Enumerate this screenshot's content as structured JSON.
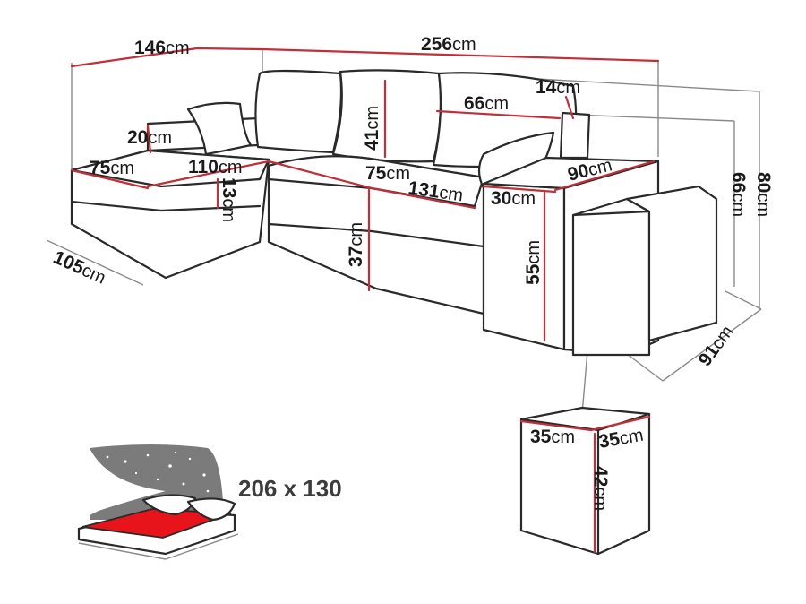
{
  "diagram": {
    "dimensions": {
      "d146": {
        "value": "146",
        "unit": "cm"
      },
      "d256": {
        "value": "256",
        "unit": "cm"
      },
      "d14": {
        "value": "14",
        "unit": "cm"
      },
      "d66": {
        "value": "66",
        "unit": "cm"
      },
      "d41": {
        "value": "41",
        "unit": "cm"
      },
      "d20": {
        "value": "20",
        "unit": "cm"
      },
      "d75a": {
        "value": "75",
        "unit": "cm"
      },
      "d110": {
        "value": "110",
        "unit": "cm"
      },
      "d13": {
        "value": "13",
        "unit": "cm"
      },
      "d75b": {
        "value": "75",
        "unit": "cm"
      },
      "d131": {
        "value": "131",
        "unit": "cm"
      },
      "d37": {
        "value": "37",
        "unit": "cm"
      },
      "d30": {
        "value": "30",
        "unit": "cm"
      },
      "d90": {
        "value": "90",
        "unit": "cm"
      },
      "d55": {
        "value": "55",
        "unit": "cm"
      },
      "d66v": {
        "value": "66",
        "unit": "cm"
      },
      "d80": {
        "value": "80",
        "unit": "cm"
      },
      "d105": {
        "value": "105",
        "unit": "cm"
      },
      "d91": {
        "value": "91",
        "unit": "cm"
      },
      "d35a": {
        "value": "35",
        "unit": "cm"
      },
      "d35b": {
        "value": "35",
        "unit": "cm"
      },
      "d42": {
        "value": "42",
        "unit": "cm"
      }
    },
    "bed_size": "206 x 130",
    "colors": {
      "dimension_line": "#c0303a",
      "outline": "#2a2a2a",
      "bed_fill": "#e8141c",
      "night_sky": "#7b7b7b"
    }
  }
}
